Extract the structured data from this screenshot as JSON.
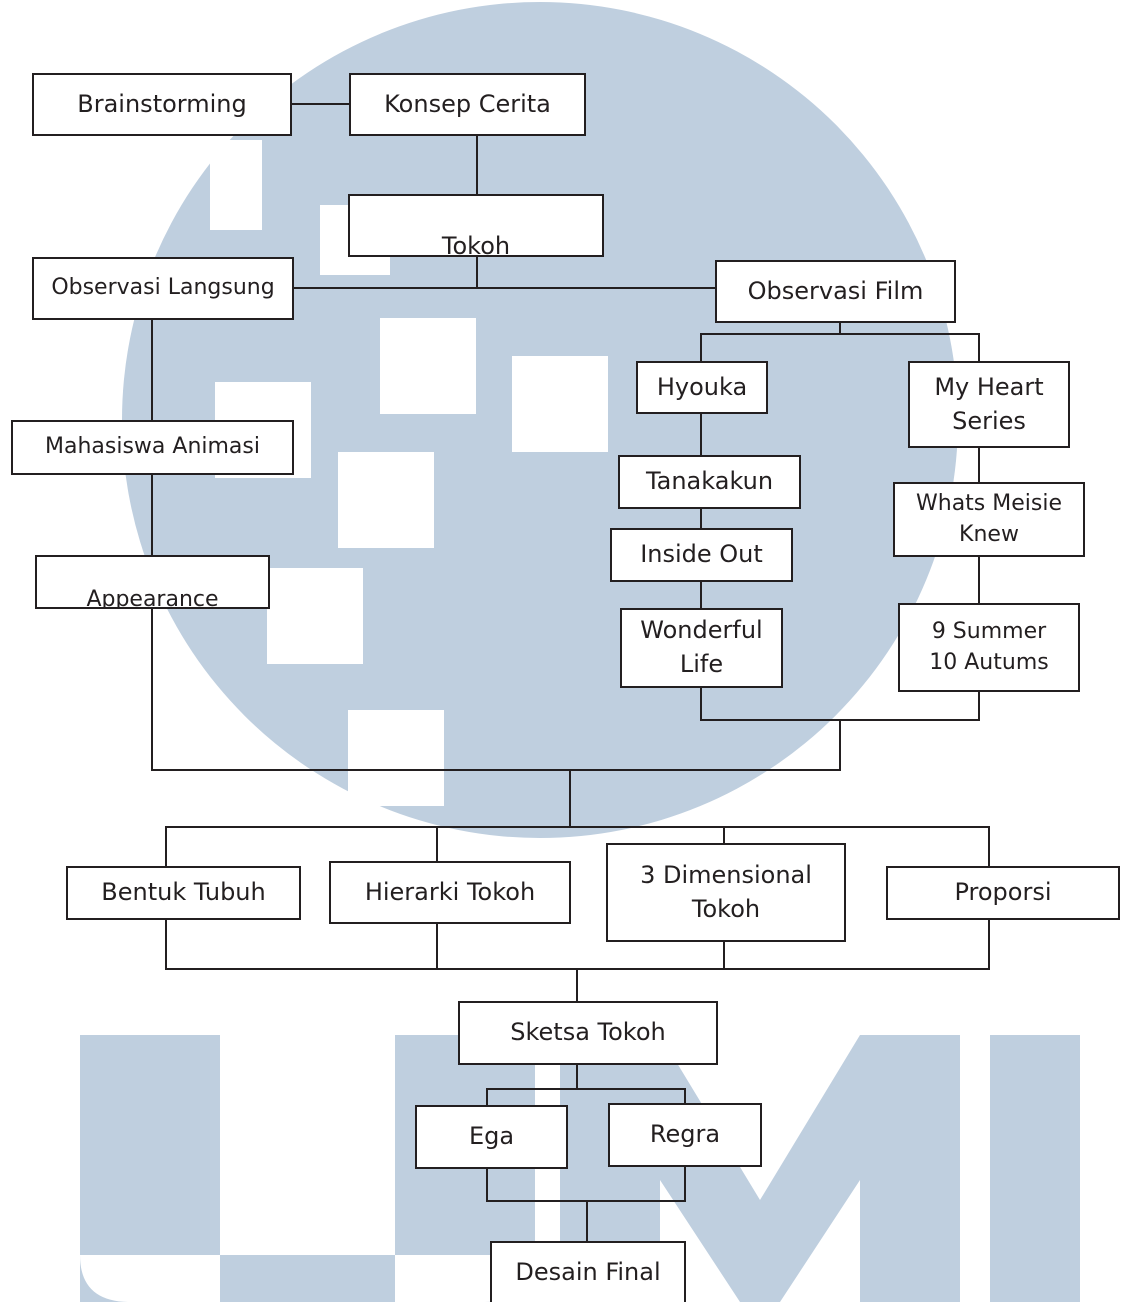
{
  "watermark": {
    "color": "#bfcfdf"
  },
  "colors": {
    "stroke": "#231f20",
    "box_fill": "#ffffff"
  },
  "nodes": {
    "brainstorming": "Brainstorming",
    "konsep_cerita": "Konsep Cerita",
    "tokoh": "Tokoh",
    "observasi_langsung": "Observasi Langsung",
    "observasi_film": "Observasi Film",
    "mahasiswa_animasi": "Mahasiswa Animasi",
    "appearance": "Appearance",
    "hyouka": "Hyouka",
    "my_heart_series": "My Heart\nSeries",
    "tanakakun": "Tanakakun",
    "whats_meisie_knew": "Whats Meisie\nKnew",
    "inside_out": "Inside Out",
    "wonderful_life": "Wonderful\nLife",
    "summer_autums": "9 Summer\n10 Autums",
    "bentuk_tubuh": "Bentuk Tubuh",
    "hierarki_tokoh": "Hierarki Tokoh",
    "dimensional_tokoh": "3 Dimensional\nTokoh",
    "proporsi": "Proporsi",
    "sketsa_tokoh": "Sketsa Tokoh",
    "ega": "Ega",
    "regra": "Regra",
    "desain_final": "Desain Final"
  }
}
